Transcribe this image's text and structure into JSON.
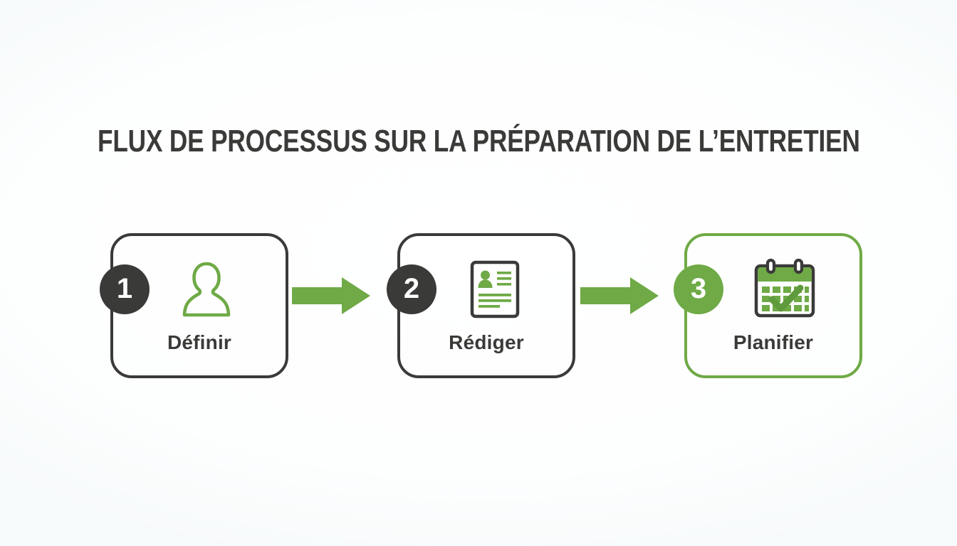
{
  "page": {
    "title": "FLUX DE PROCESSUS SUR LA PRÉPARATION DE L’ENTRETIEN",
    "background_color": "#ffffff",
    "accent_green": "#6faa46",
    "dark_charcoal": "#3a3a38"
  },
  "flow": {
    "steps": [
      {
        "number": "1",
        "label": "Définir",
        "icon": "person-outline-icon",
        "badge_color": "#3a3a38",
        "border_color": "#3a3a38",
        "icon_color": "#6faa46",
        "state": "default"
      },
      {
        "number": "2",
        "label": "Rédiger",
        "icon": "resume-document-icon",
        "badge_color": "#3a3a38",
        "border_color": "#3a3a38",
        "icon_color": "#6faa46",
        "state": "default"
      },
      {
        "number": "3",
        "label": "Planifier",
        "icon": "calendar-check-icon",
        "badge_color": "#6faa46",
        "border_color": "#6faa46",
        "icon_color": "#6faa46",
        "state": "highlighted"
      }
    ],
    "connectors": [
      {
        "name": "arrow-step1-to-step2",
        "direction": "right",
        "color": "#6faa46"
      },
      {
        "name": "arrow-step2-to-step3",
        "direction": "right",
        "color": "#6faa46"
      }
    ]
  }
}
